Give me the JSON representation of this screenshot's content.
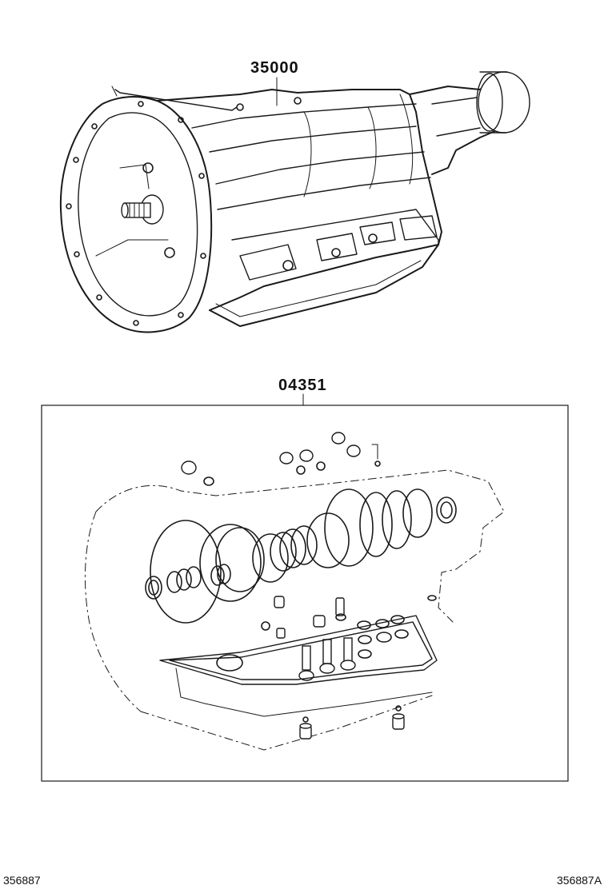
{
  "parts": {
    "transmission_assembly": "35000",
    "overhaul_gasket_kit": "04351"
  },
  "footer": {
    "left_code": "356887",
    "right_code": "356887A"
  }
}
